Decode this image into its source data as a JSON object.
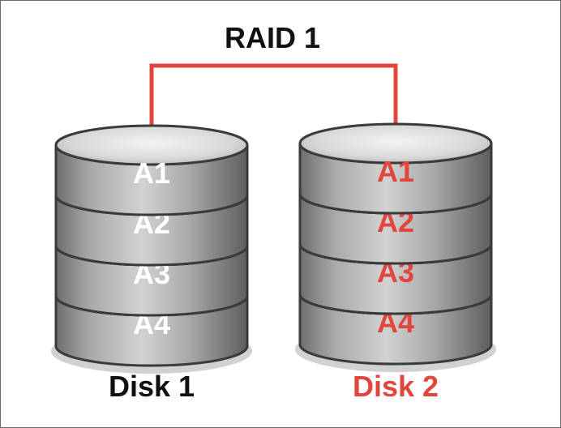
{
  "title": "RAID 1",
  "colors": {
    "link": "#e0453e",
    "primary_label": "#ffffff",
    "mirror_label": "#e0453e",
    "disk1_caption": "#111111",
    "disk2_caption": "#e0453e",
    "platter_body": "#9e9e9e",
    "platter_outline": "#3a3a3a"
  },
  "disks": [
    {
      "name": "Disk 1",
      "role": "primary",
      "blocks": [
        "A1",
        "A2",
        "A3",
        "A4"
      ]
    },
    {
      "name": "Disk 2",
      "role": "mirror",
      "blocks": [
        "A1",
        "A2",
        "A3",
        "A4"
      ]
    }
  ]
}
